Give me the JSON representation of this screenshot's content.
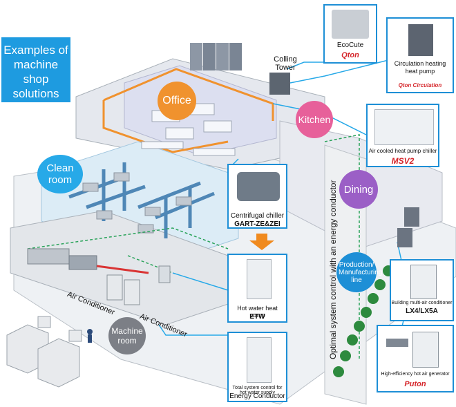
{
  "title": "Examples of machine shop solutions",
  "zones": {
    "office": "Office",
    "kitchen": "Kitchen",
    "clean_room": "Clean room",
    "dining": "Dining",
    "production": "Production/ Manufacturing line",
    "machine_room": "Machine room"
  },
  "labels": {
    "cooling_tower": "Colling Tower",
    "air_conditioner_1": "Air Conditioner",
    "air_conditioner_2": "Air Conditioner",
    "vertical_line": "Optimal system control with an energy conductor"
  },
  "products": {
    "ecocute": {
      "name": "EcoCute",
      "brand": "Qton"
    },
    "circulation": {
      "name": "Circulation heating heat pump",
      "brand": "Qton Circulation"
    },
    "air_cooled": {
      "name": "Air cooled heat pump chiller",
      "brand": "MSV2"
    },
    "centrifugal": {
      "name": "Centrifugal chiller",
      "model": "GART-ZE&ZEI"
    },
    "hot_water": {
      "name": "Hot water heat pump",
      "model": "ETW"
    },
    "energy_conductor": {
      "name": "Total system control for hot water supply",
      "model": "Energy Conductor"
    },
    "building_multi": {
      "name": "Building multi-air conditioner",
      "model": "LX4/LX5A"
    },
    "hot_air": {
      "name": "High-efficiency hot air generator",
      "brand": "Puton"
    }
  },
  "colors": {
    "accent_blue": "#1d8fd6",
    "office_orange": "#f0922e",
    "kitchen_pink": "#e7609a",
    "dining_purple": "#9b5fc6",
    "machine_gray": "#7c7f86",
    "clean_blue": "#27a9e8",
    "brand_red": "#d5262b"
  }
}
